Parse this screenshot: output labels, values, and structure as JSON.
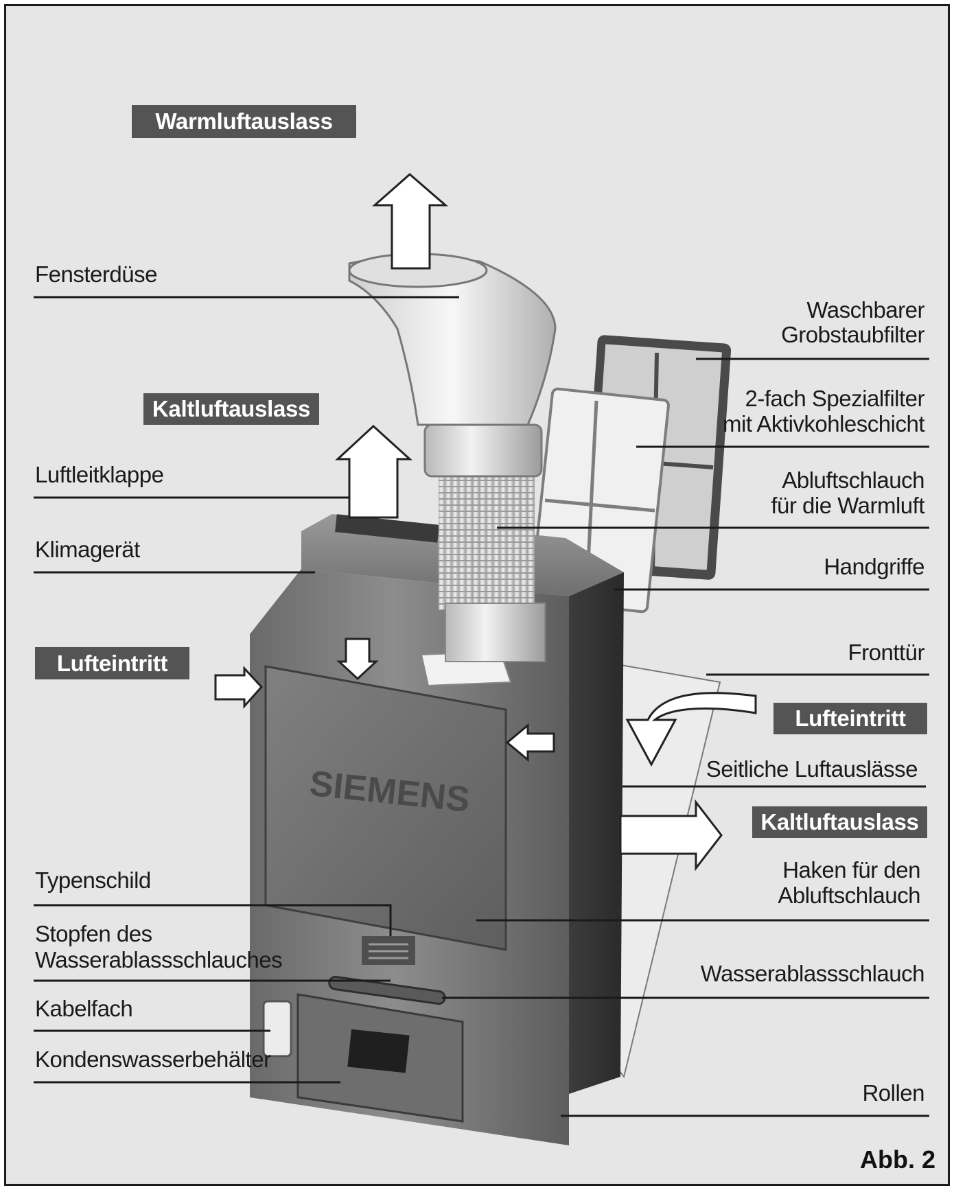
{
  "figure_number": "Abb. 2",
  "brand_logo": "SIEMENS",
  "tags": {
    "warmluftauslass": "Warmluftauslass",
    "kaltluftauslass_top": "Kaltluftauslass",
    "lufteintritt_left": "Lufteintritt",
    "lufteintritt_right": "Lufteintritt",
    "kaltluftauslass_right": "Kaltluftauslass"
  },
  "labels_left": {
    "fensterduese": "Fensterdüse",
    "luftleitklappe": "Luftleitklappe",
    "klimageraet": "Klimagerät",
    "typenschild": "Typenschild",
    "stopfen_line1": "Stopfen des",
    "stopfen_line2": "Wasserablassschlauches",
    "kabelfach": "Kabelfach",
    "kondenswasserbehaelter": "Kondenswasserbehälter"
  },
  "labels_right": {
    "waschbarer_line1": "Waschbarer",
    "waschbarer_line2": "Grobstaubfilter",
    "spezialfilter_line1": "2-fach Spezialfilter",
    "spezialfilter_line2": "mit Aktivkohleschicht",
    "abluftschlauch_line1": "Abluftschlauch",
    "abluftschlauch_line2": "für die Warmluft",
    "handgriffe": "Handgriffe",
    "fronttuer": "Fronttür",
    "seitliche": "Seitliche Luftauslässe",
    "haken_line1": "Haken für den",
    "haken_line2": "Abluftschlauch",
    "wasserablassschlauch": "Wasserablassschlauch",
    "rollen": "Rollen"
  }
}
